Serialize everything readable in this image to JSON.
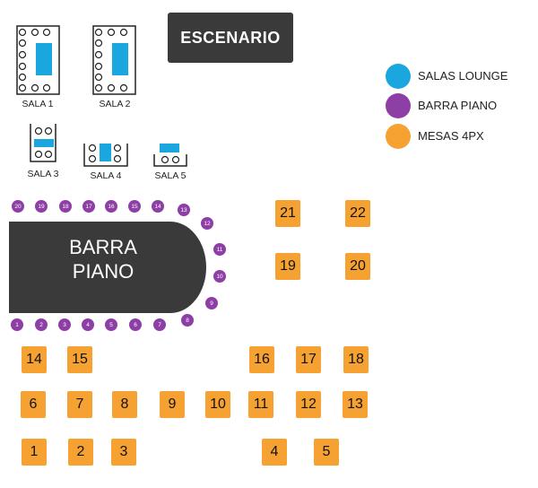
{
  "stage": {
    "label": "ESCENARIO"
  },
  "rooms": [
    {
      "id": "sala-1",
      "label": "SALA 1"
    },
    {
      "id": "sala-2",
      "label": "SALA 2"
    },
    {
      "id": "sala-3",
      "label": "SALA 3"
    },
    {
      "id": "sala-4",
      "label": "SALA 4"
    },
    {
      "id": "sala-5",
      "label": "SALA 5"
    }
  ],
  "legend": [
    {
      "label": "SALAS LOUNGE",
      "color": "#1aa7e0"
    },
    {
      "label": "BARRA PIANO",
      "color": "#8e3fa6"
    },
    {
      "label": "MESAS 4PX",
      "color": "#f6a233"
    }
  ],
  "bar": {
    "line1": "BARRA",
    "line2": "PIANO"
  },
  "bar_seats": [
    "1",
    "2",
    "3",
    "4",
    "5",
    "6",
    "7",
    "8",
    "9",
    "10",
    "11",
    "12",
    "13",
    "14",
    "15",
    "16",
    "17",
    "18",
    "19",
    "20"
  ],
  "tables": [
    "1",
    "2",
    "3",
    "4",
    "5",
    "6",
    "7",
    "8",
    "9",
    "10",
    "11",
    "12",
    "13",
    "14",
    "15",
    "16",
    "17",
    "18",
    "19",
    "20",
    "21",
    "22"
  ],
  "colors": {
    "lounge": "#1aa7e0",
    "piano": "#8e3fa6",
    "table": "#f6a233",
    "dark": "#3a3a3a"
  }
}
